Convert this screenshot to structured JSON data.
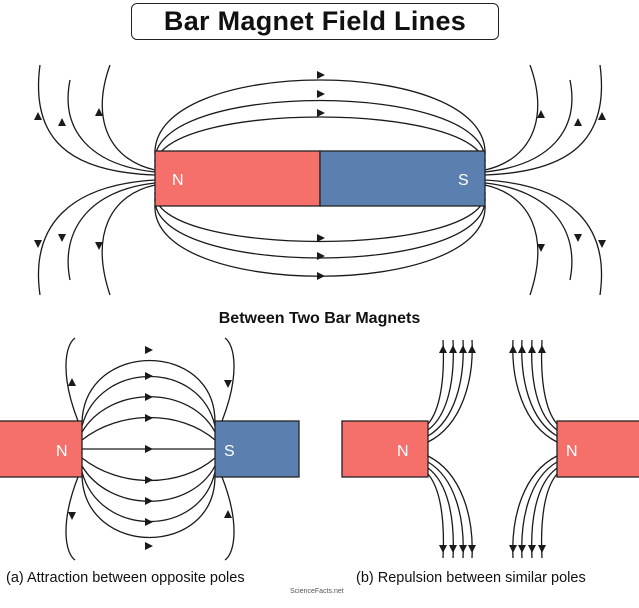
{
  "title": "Bar Magnet Field Lines",
  "subtitle": "Between Two Bar Magnets",
  "captions": {
    "attraction": "(a) Attraction between opposite poles",
    "repulsion": "(b) Repulsion between similar poles"
  },
  "poles": {
    "top_north": "N",
    "top_south": "S",
    "attract_north": "N",
    "attract_south": "S",
    "repel_left_north": "N",
    "repel_right_north": "N"
  },
  "watermark": "ScienceFacts.net",
  "colors": {
    "north": "#f5706a",
    "south": "#5b80b0",
    "line": "#1a1a1a"
  }
}
